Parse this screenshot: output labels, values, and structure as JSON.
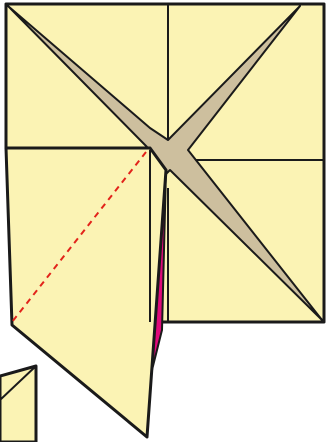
{
  "diagram": {
    "kind": "origami-fold-step",
    "colors": {
      "paper": "#fbf3b4",
      "paper_back": "#cdbf9e",
      "inside_flap": "#e0097a",
      "edge": "#1a1a1a",
      "fold_guide": "#e2231a"
    },
    "fold_lines": [
      {
        "style": "dashed",
        "kind": "valley-fold"
      }
    ]
  }
}
